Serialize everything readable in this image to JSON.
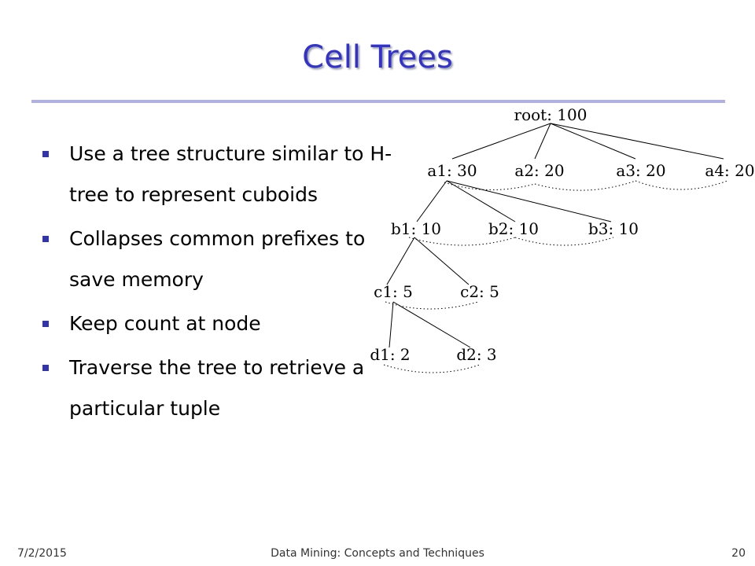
{
  "slide": {
    "title": "Cell Trees",
    "bullets": [
      "Use a tree structure similar to H-tree to represent cuboids",
      "Collapses common prefixes to save memory",
      "Keep count at node",
      "Traverse the tree to retrieve a particular tuple"
    ],
    "accent_color": "#3333cc"
  },
  "tree": {
    "nodes": {
      "root": "root: 100",
      "a1": "a1: 30",
      "a2": "a2: 20",
      "a3": "a3: 20",
      "a4": "a4: 20",
      "b1": "b1: 10",
      "b2": "b2: 10",
      "b3": "b3: 10",
      "c1": "c1: 5",
      "c2": "c2: 5",
      "d1": "d1: 2",
      "d2": "d2: 3"
    }
  },
  "footer": {
    "date": "7/2/2015",
    "center": "Data Mining: Concepts and Techniques",
    "page": "20"
  }
}
